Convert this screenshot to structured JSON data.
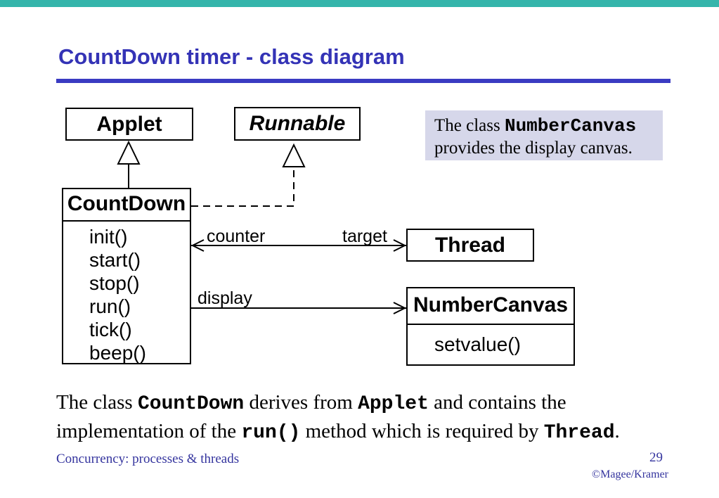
{
  "colors": {
    "accent_teal": "#35b5ab",
    "title_blue": "#3433b6",
    "rule_blue": "#3a3bc2",
    "footer_blue": "#34349e",
    "note_bg": "#d6d7ea"
  },
  "header": {
    "title": "CountDown timer - class diagram"
  },
  "diagram": {
    "classes": {
      "applet": {
        "name": "Applet"
      },
      "runnable": {
        "name": "Runnable"
      },
      "countdown": {
        "name": "CountDown",
        "methods": [
          "init()",
          "start()",
          "stop()",
          "run()",
          "tick()",
          "beep()"
        ]
      },
      "thread": {
        "name": "Thread"
      },
      "numbercanvas": {
        "name": "NumberCanvas",
        "methods": [
          "setvalue()"
        ]
      }
    },
    "edge_labels": {
      "counter": "counter",
      "target": "target",
      "display": "display"
    }
  },
  "note": {
    "segments": [
      {
        "text": "The class "
      },
      {
        "text": "NumberCanvas",
        "mono": true
      },
      {
        "br": true
      },
      {
        "text": "provides the display canvas."
      }
    ]
  },
  "caption": {
    "segments": [
      {
        "text": "The class "
      },
      {
        "text": "CountDown",
        "mono": true
      },
      {
        "text": " derives from "
      },
      {
        "text": "Applet",
        "mono": true
      },
      {
        "text": " and contains the"
      },
      {
        "br": true
      },
      {
        "text": "implementation of the "
      },
      {
        "text": "run()",
        "mono": true
      },
      {
        "text": " method which is required by "
      },
      {
        "text": "Thread",
        "mono": true
      },
      {
        "text": "."
      }
    ]
  },
  "footer": {
    "left": "Concurrency: processes & threads",
    "page_number": "29",
    "credit": "©Magee/Kramer"
  }
}
